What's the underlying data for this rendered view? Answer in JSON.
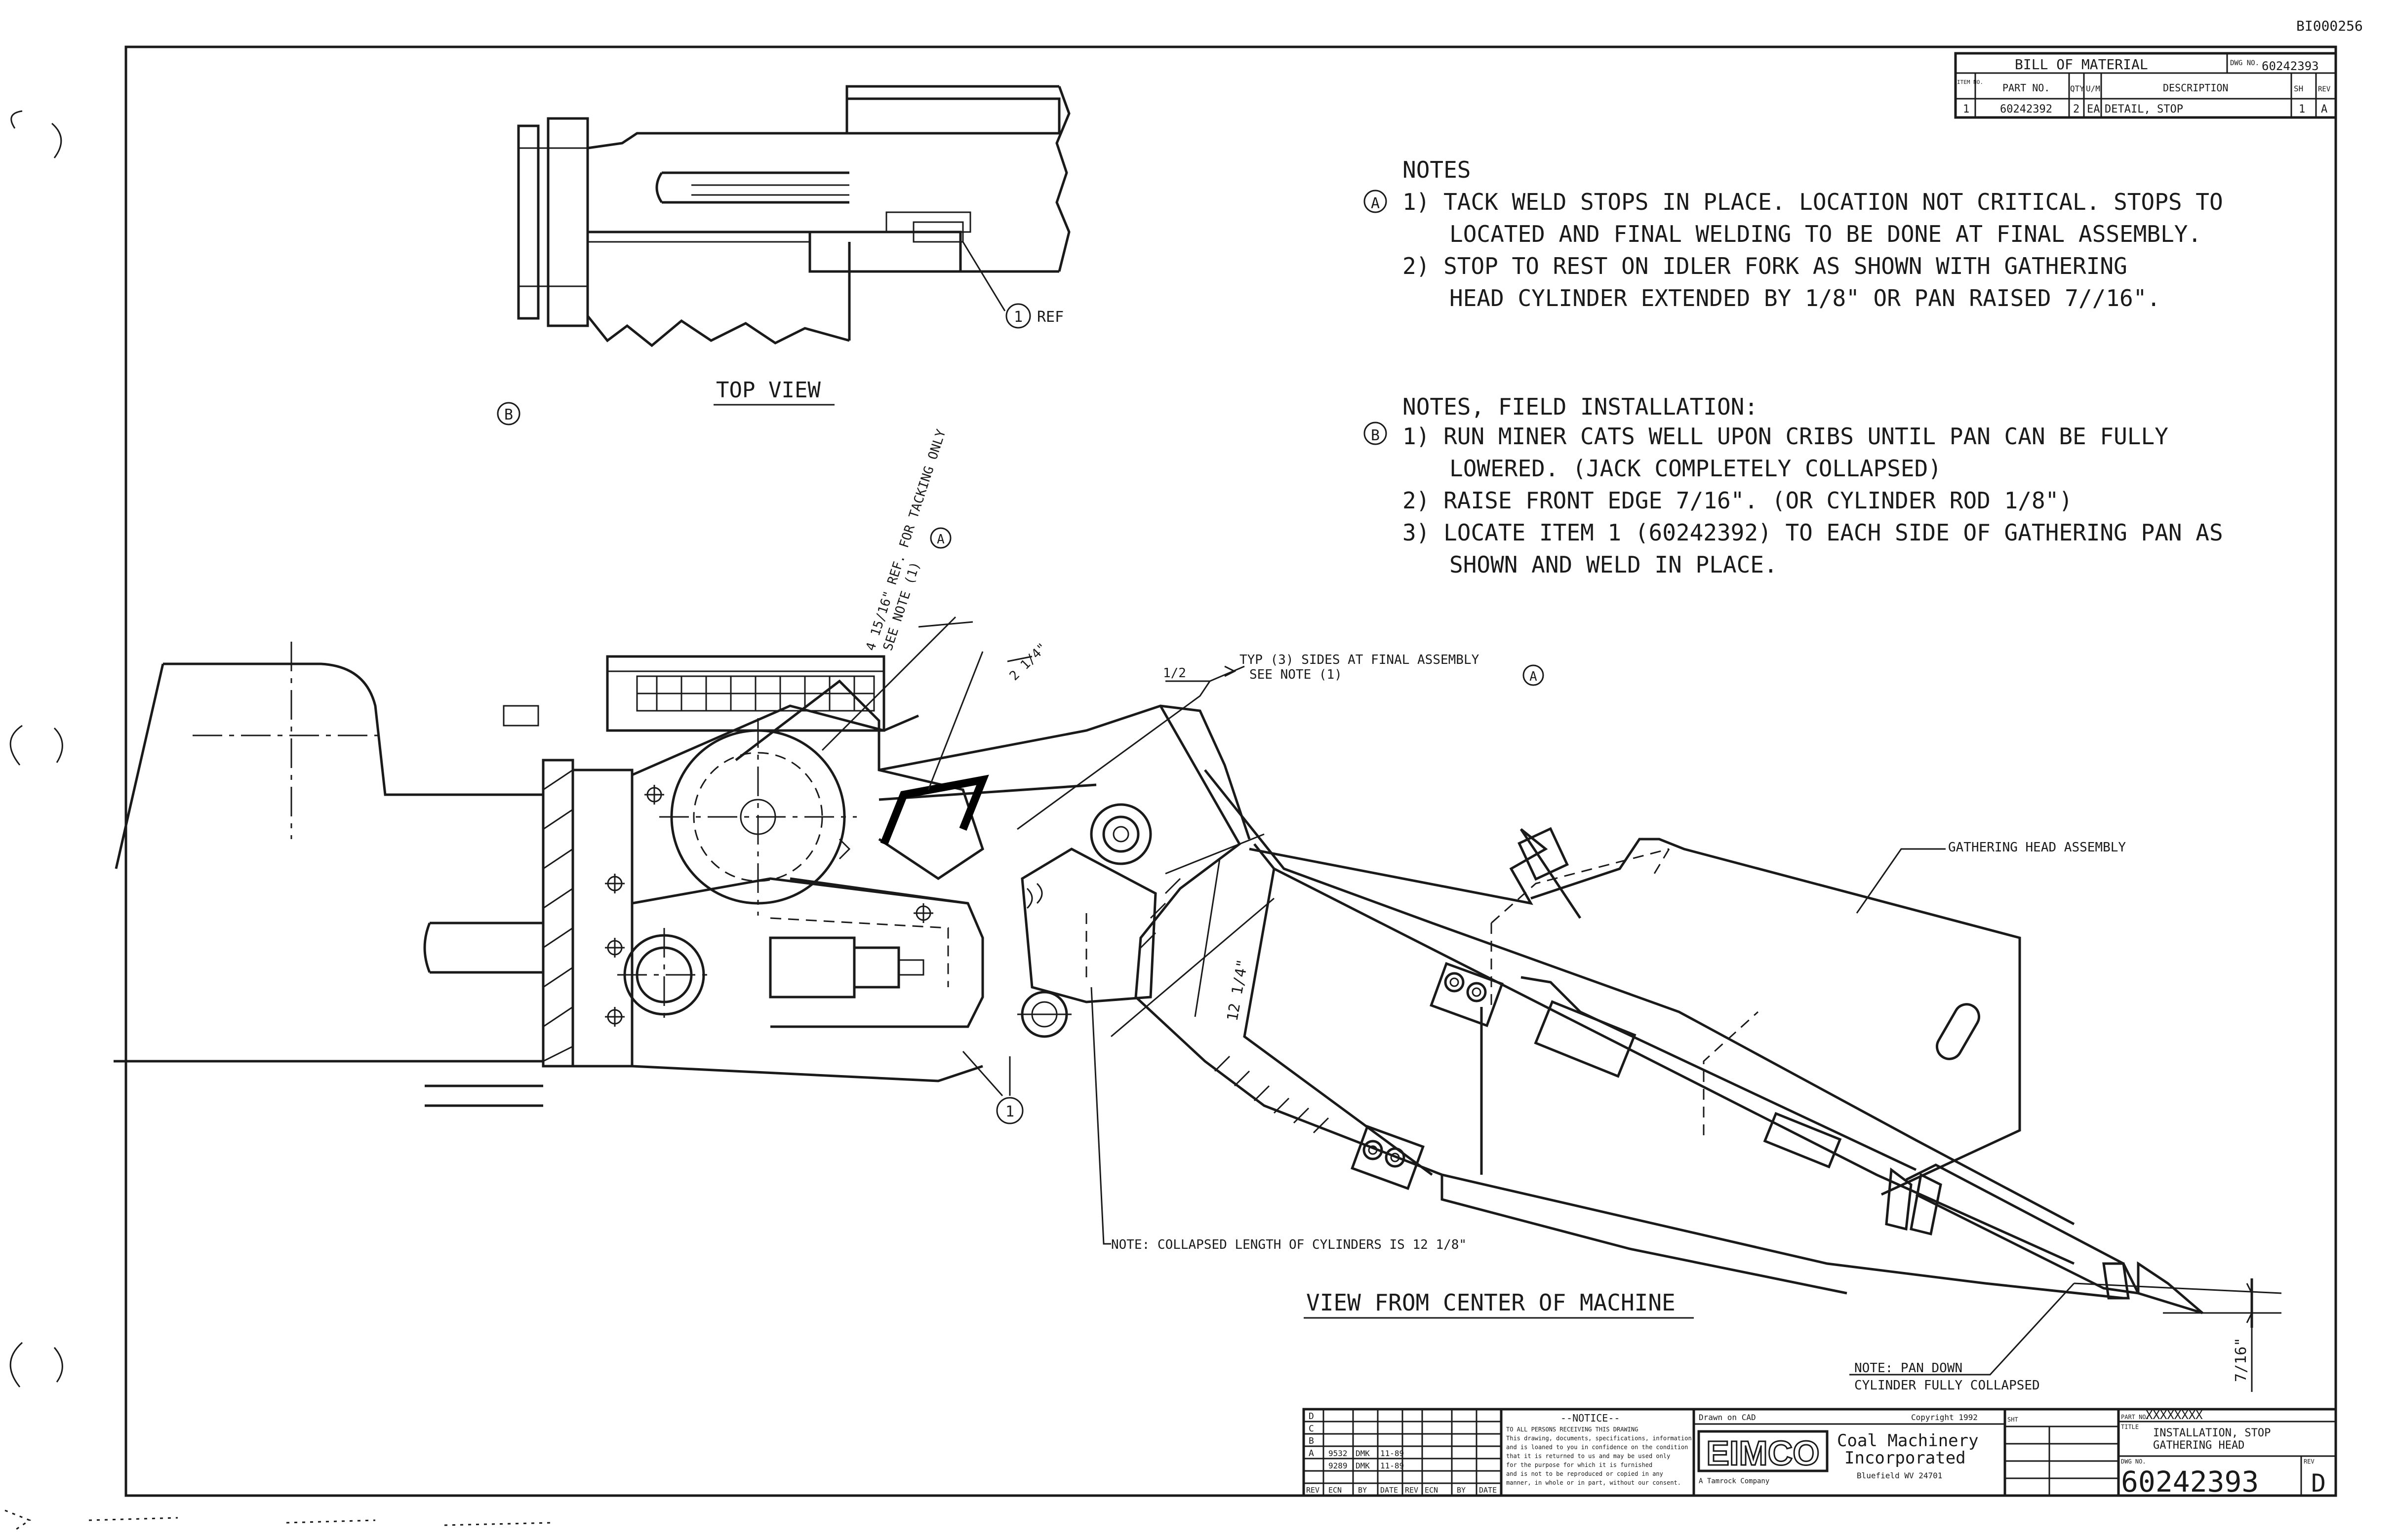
{
  "doc_id": "BI000256",
  "bom": {
    "title": "BILL OF MATERIAL",
    "dwg_label": "DWG NO.",
    "dwg_no": "60242393",
    "headers": [
      "ITEM NO.",
      "PART NO.",
      "QTY",
      "U/M",
      "DESCRIPTION",
      "SH",
      "REV"
    ],
    "rows": [
      {
        "item": "1",
        "part": "60242392",
        "qty": "2",
        "um": "EA",
        "desc": "DETAIL, STOP",
        "sh": "1",
        "rev": "A"
      }
    ]
  },
  "notes": {
    "heading": "NOTES",
    "marker": "A",
    "lines": [
      "1) TACK WELD STOPS IN PLACE. LOCATION NOT CRITICAL. STOPS TO",
      "LOCATED AND FINAL WELDING TO BE DONE AT FINAL ASSEMBLY.",
      "2) STOP TO REST ON IDLER FORK AS SHOWN WITH GATHERING",
      "HEAD CYLINDER EXTENDED BY 1/8\" OR PAN RAISED 7//16\"."
    ]
  },
  "field_notes": {
    "heading": "NOTES, FIELD INSTALLATION:",
    "marker": "B",
    "lines": [
      "1) RUN MINER CATS WELL UPON CRIBS UNTIL PAN CAN BE FULLY",
      "LOWERED. (JACK COMPLETELY COLLAPSED)",
      "2) RAISE FRONT EDGE 7/16\". (OR CYLINDER ROD 1/8\")",
      "3) LOCATE ITEM 1 (60242392) TO EACH SIDE OF GATHERING PAN AS",
      "SHOWN AND WELD IN PLACE."
    ]
  },
  "top_view": {
    "title": "TOP VIEW",
    "marker": "B",
    "balloon": "1",
    "ref": "REF"
  },
  "main_view": {
    "title": "VIEW FROM CENTER OF MACHINE",
    "dim_ref": "4 15/16\" REF. FOR TACKING ONLY",
    "dim_ref_note": "SEE NOTE (1)",
    "dim_ref_marker": "A",
    "dim_2_1_4": "2 1/4\"",
    "weld_symbol": "1/2",
    "weld_note_1": "TYP (3) SIDES AT FINAL ASSEMBLY",
    "weld_note_2": "SEE NOTE (1)",
    "weld_marker": "A",
    "dim_12_1_4": "12 1/4\"",
    "gathering_head": "GATHERING HEAD ASSEMBLY",
    "balloon_item": "1",
    "collapsed_note": "NOTE: COLLAPSED LENGTH OF CYLINDERS IS 12 1/8\"",
    "pan_down_1": "NOTE: PAN DOWN",
    "pan_down_2": "CYLINDER FULLY COLLAPSED",
    "dim_7_16": "7/16\""
  },
  "title_block": {
    "rev_rows": [
      {
        "mk": "D",
        "ecn": "",
        "by": "",
        "date": ""
      },
      {
        "mk": "C",
        "ecn": "",
        "by": "",
        "date": ""
      },
      {
        "mk": "B",
        "ecn": "",
        "by": "",
        "date": ""
      },
      {
        "mk": "A",
        "ecn": "9532",
        "by": "DMK",
        "date": "11-89"
      },
      {
        "mk": "",
        "ecn": "9289",
        "by": "DMK",
        "date": "11-89"
      }
    ],
    "rev_headers": [
      "REV",
      "ECN",
      "BY",
      "DATE",
      "REV",
      "ECN",
      "BY",
      "DATE"
    ],
    "notice_title": "--NOTICE--",
    "notice_lines": [
      "TO ALL PERSONS RECEIVING THIS DRAWING",
      "This drawing, documents, specifications, information",
      "and is loaned to you in confidence on the condition",
      "that it is returned to us and may be used only",
      "for the purpose for which it is furnished",
      "and is not to be reproduced or copied in any",
      "manner, in whole or in part, without our consent."
    ],
    "drawn": "Drawn on CAD",
    "copyright": "Copyright 1992",
    "company_logo": "EIMCO",
    "company_name_1": "Coal Machinery",
    "company_name_2": "Incorporated",
    "company_sub": "A Tamrock Company",
    "company_city": "Bluefield WV 24701",
    "sheet_label": "SHT",
    "part_label": "PART NO.",
    "part_value": "XXXXXXXX",
    "title_label": "TITLE",
    "title_1": "INSTALLATION, STOP",
    "title_2": "GATHERING HEAD",
    "dwg_label": "DWG NO.",
    "dwg_no": "60242393",
    "rev_label": "REV",
    "rev": "D"
  }
}
